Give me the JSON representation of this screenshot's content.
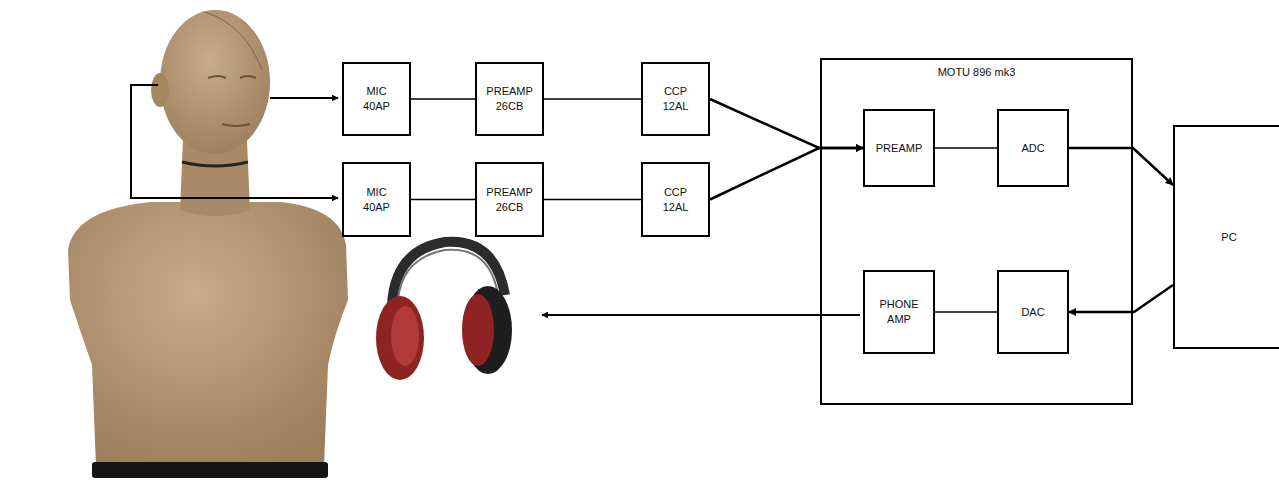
{
  "diagram": {
    "nodes": [
      {
        "text": [
          "MIC 40AP"
        ]
      },
      {
        "text": [
          "PREAMP 26CB"
        ]
      },
      {
        "text": [
          "CCP 12AL"
        ]
      },
      {
        "text": [
          "MIC 40AP"
        ]
      },
      {
        "text": [
          "PREAMP 26CB"
        ]
      },
      {
        "text": [
          "CCP 12AL"
        ]
      },
      {
        "text": [
          "MOTU 896 mk3"
        ]
      },
      {
        "text": [
          "PREAMP"
        ],
        "in": 6
      },
      {
        "text": [
          "ADC"
        ],
        "in": 6
      },
      {
        "text": [
          "PHONE AMP"
        ],
        "in": 6
      },
      {
        "text": [
          "DAC"
        ],
        "in": 6
      },
      {
        "text": [
          "PC"
        ]
      }
    ],
    "edges": [
      {
        "from": 0,
        "to": 1,
        "arrow": "none"
      },
      {
        "from": 1,
        "to": 2,
        "arrow": "none"
      },
      {
        "from": 3,
        "to": 4,
        "arrow": "none"
      },
      {
        "from": 4,
        "to": 5,
        "arrow": "none"
      },
      {
        "from": 2,
        "to": 7,
        "arrow": "to"
      },
      {
        "from": 5,
        "to": 7,
        "arrow": "to"
      },
      {
        "from": 7,
        "to": 8,
        "arrow": "none"
      },
      {
        "from": 8,
        "to": 11,
        "arrow": "to"
      },
      {
        "from": 11,
        "to": 10,
        "arrow": "to"
      },
      {
        "from": 9,
        "to": 10,
        "arrow": "none"
      }
    ]
  }
}
